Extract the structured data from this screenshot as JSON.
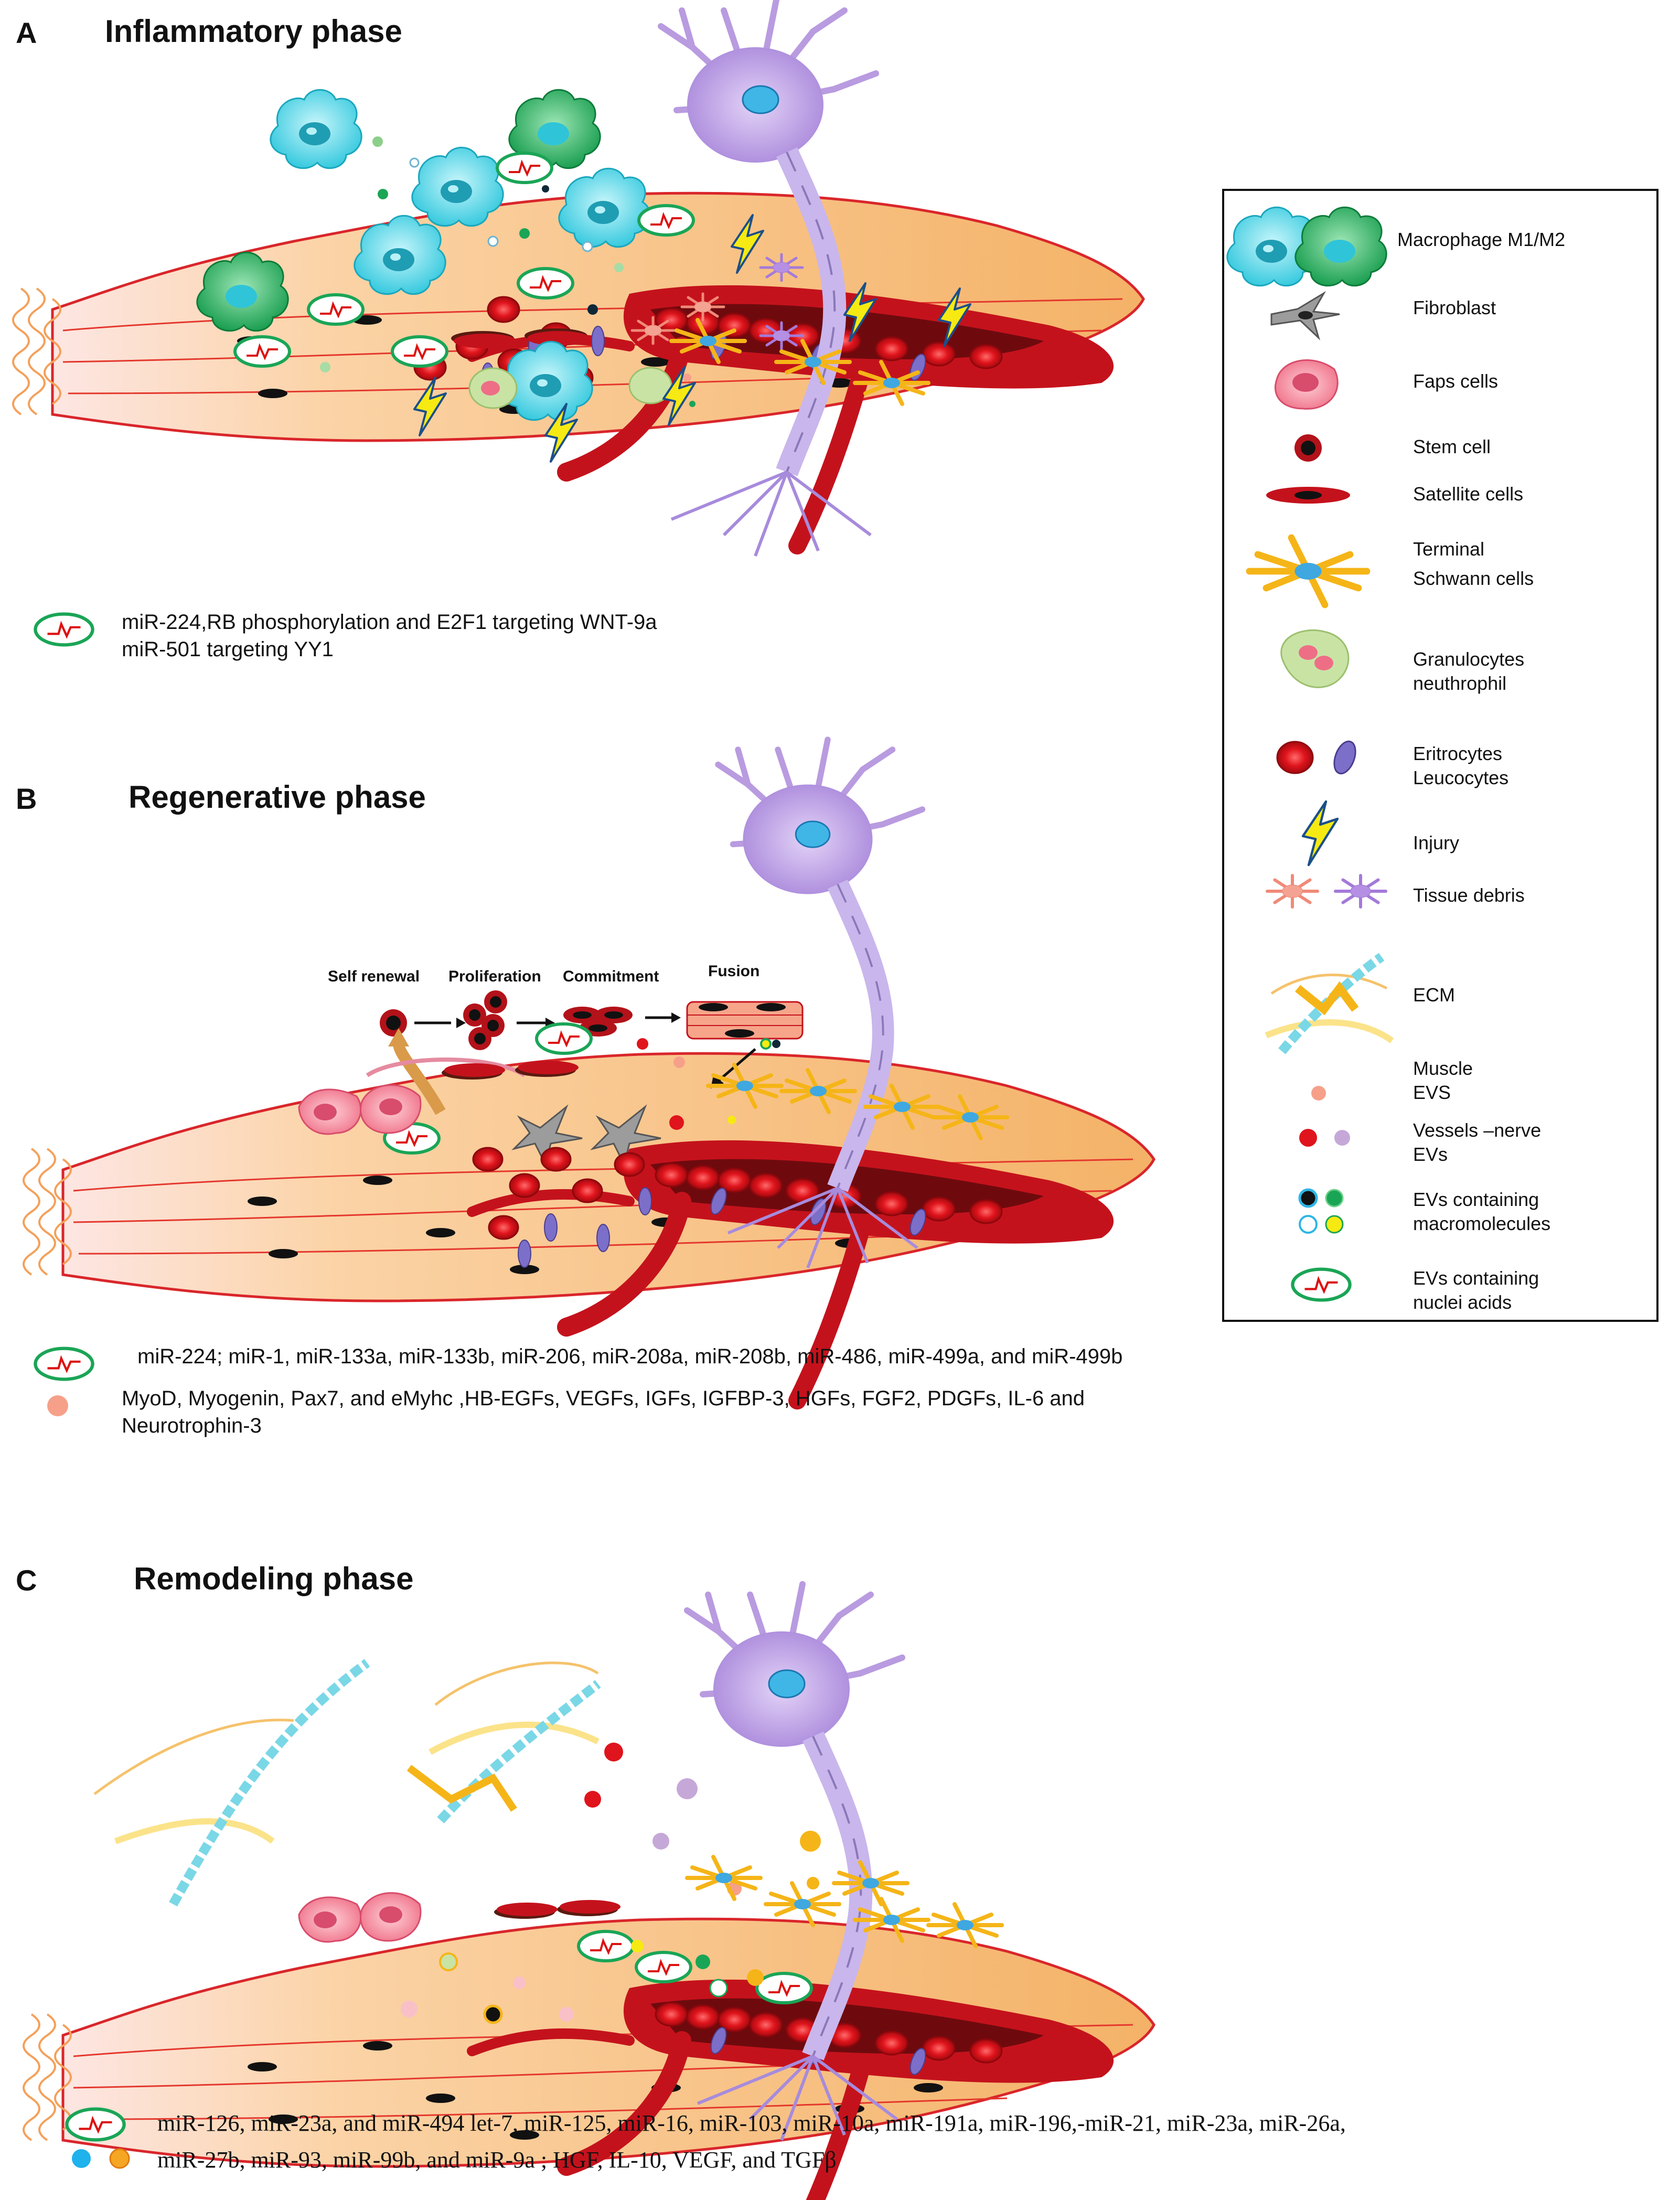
{
  "panels": [
    {
      "letter": "A",
      "title": "Inflammatory phase",
      "captions": [
        "miR-224,RB phosphorylation and E2F1  targeting WNT-9a",
        "miR-501 targeting YY1"
      ]
    },
    {
      "letter": "B",
      "title": "Regenerative phase",
      "steps": [
        "Self renewal",
        "Proliferation",
        "Commitment",
        "Fusion"
      ],
      "captions": [
        "miR-224; miR-1, miR-133a, miR-133b, miR-206, miR-208a, miR-208b, miR-486, miR-499a, and miR-499b",
        "MyoD, Myogenin, Pax7, and eMyhc ,HB-EGFs, VEGFs, IGFs, IGFBP-3, HGFs, FGF2, PDGFs, IL-6 and",
        "Neurotrophin-3"
      ]
    },
    {
      "letter": "C",
      "title": "Remodeling phase",
      "captions": [
        "miR-126, miR-23a, and miR-494  let-7, miR-125, miR-16, miR-103, miR-10a, miR-191a, miR-196,-miR-21, miR-23a, miR-26a,",
        "miR-27b, miR-93, miR-99b, and miR-9a ; HGF, IL-10, VEGF, and TGFβ"
      ]
    }
  ],
  "legend": [
    {
      "icon": "macrophage-icon",
      "lines": [
        "Macrophage M1/M2"
      ]
    },
    {
      "icon": "fibroblast-icon",
      "lines": [
        "Fibroblast"
      ]
    },
    {
      "icon": "faps-cell-icon",
      "lines": [
        "Faps cells"
      ]
    },
    {
      "icon": "stem-cell-icon",
      "lines": [
        "Stem  cell"
      ]
    },
    {
      "icon": "satellite-cell-icon",
      "lines": [
        "Satellite cells"
      ]
    },
    {
      "icon": "schwann-cell-icon",
      "lines": [
        "Terminal",
        "Schwann  cells"
      ]
    },
    {
      "icon": "granulocyte-icon",
      "lines": [
        "Granulocytes",
        "neuthrophil"
      ]
    },
    {
      "icon": "erythrocyte-leucocyte-icon",
      "lines": [
        "Eritrocytes",
        "Leucocytes"
      ]
    },
    {
      "icon": "injury-icon",
      "lines": [
        "Injury"
      ]
    },
    {
      "icon": "tissue-debris-icon",
      "lines": [
        "Tissue  debris"
      ]
    },
    {
      "icon": "ecm-icon",
      "lines": [
        "ECM"
      ]
    },
    {
      "icon": "muscle-ev-icon",
      "lines": [
        "Muscle",
        "EVS"
      ]
    },
    {
      "icon": "vessel-nerve-ev-icon",
      "lines": [
        "Vessels –nerve",
        "EVs"
      ]
    },
    {
      "icon": "macromolecule-ev-icon",
      "lines": [
        "EVs containing",
        "macromolecules"
      ]
    },
    {
      "icon": "nucleic-acid-ev-icon",
      "lines": [
        "EVs containing",
        "nuclei acids"
      ]
    }
  ],
  "colors": {
    "muscle": "#f6bf7a",
    "muscle_edge": "#d9262b",
    "vessel": "#c4121c",
    "neuron": "#b99be0",
    "macrophage_m1": "#47d4e6",
    "macrophage_m2": "#1aa556",
    "schwann": "#f5b518",
    "injury": "#f7ea12",
    "ev_muscle": "#f6a08a"
  }
}
